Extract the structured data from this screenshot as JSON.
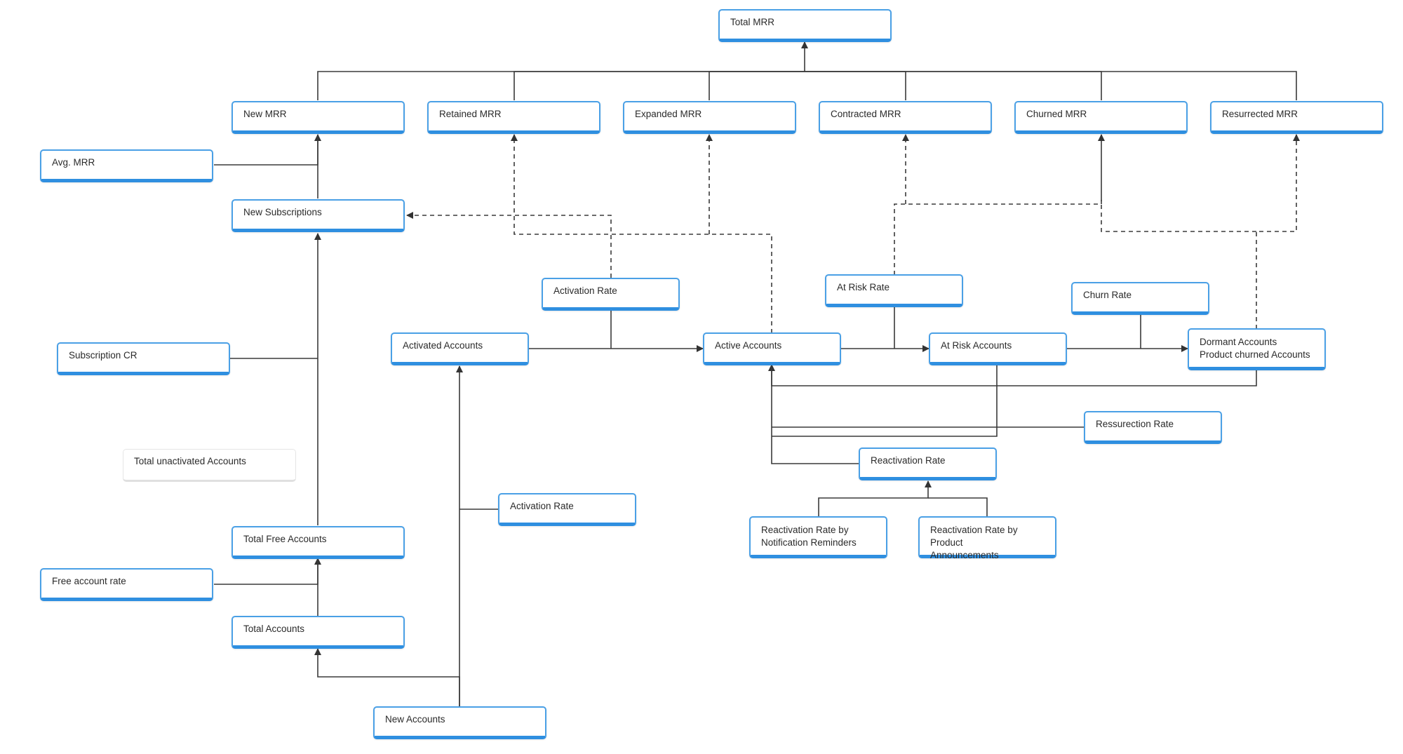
{
  "nodes": {
    "total_mrr": "Total MRR",
    "new_mrr": "New MRR",
    "retained_mrr": "Retained MRR",
    "expanded_mrr": "Expanded MRR",
    "contracted_mrr": "Contracted MRR",
    "churned_mrr": "Churned MRR",
    "resurrected_mrr": "Resurrected MRR",
    "avg_mrr": "Avg. MRR",
    "new_subscriptions": "New Subscriptions",
    "activation_rate_top": "Activation Rate",
    "at_risk_rate": "At Risk Rate",
    "churn_rate": "Churn Rate",
    "subscription_cr": "Subscription CR",
    "activated_accounts": "Activated Accounts",
    "active_accounts": "Active Accounts",
    "at_risk_accounts": "At Risk Accounts",
    "dormant_accounts": "Dormant Accounts\nProduct churned Accounts",
    "ressurection_rate": "Ressurection Rate",
    "total_unactivated_accounts": "Total unactivated Accounts",
    "reactivation_rate": "Reactivation Rate",
    "activation_rate_bottom": "Activation Rate",
    "reactivation_by_notification": "Reactivation Rate by\nNotification Reminders",
    "reactivation_by_product": "Reactivation Rate by Product\nAnnouncements",
    "total_free_accounts": "Total Free Accounts",
    "free_account_rate": "Free account rate",
    "total_accounts": "Total Accounts",
    "new_accounts": "New Accounts"
  }
}
